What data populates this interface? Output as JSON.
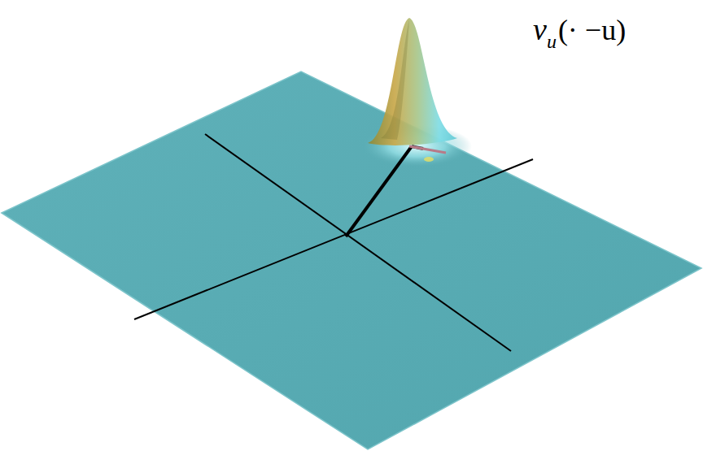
{
  "diagram": {
    "labels": [
      "v",
      "u",
      "(· −u)"
    ]
  }
}
